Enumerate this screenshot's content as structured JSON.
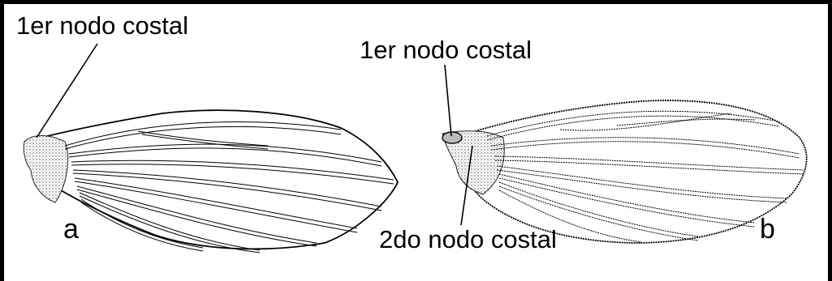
{
  "labels": {
    "node_a": "1er nodo costal",
    "node_b_first": "1er nodo costal",
    "node_b_second": "2do nodo costal",
    "letter_a": "a",
    "letter_b": "b"
  },
  "colors": {
    "ink": "#000000",
    "stipple": "#555555",
    "background": "#ffffff"
  }
}
